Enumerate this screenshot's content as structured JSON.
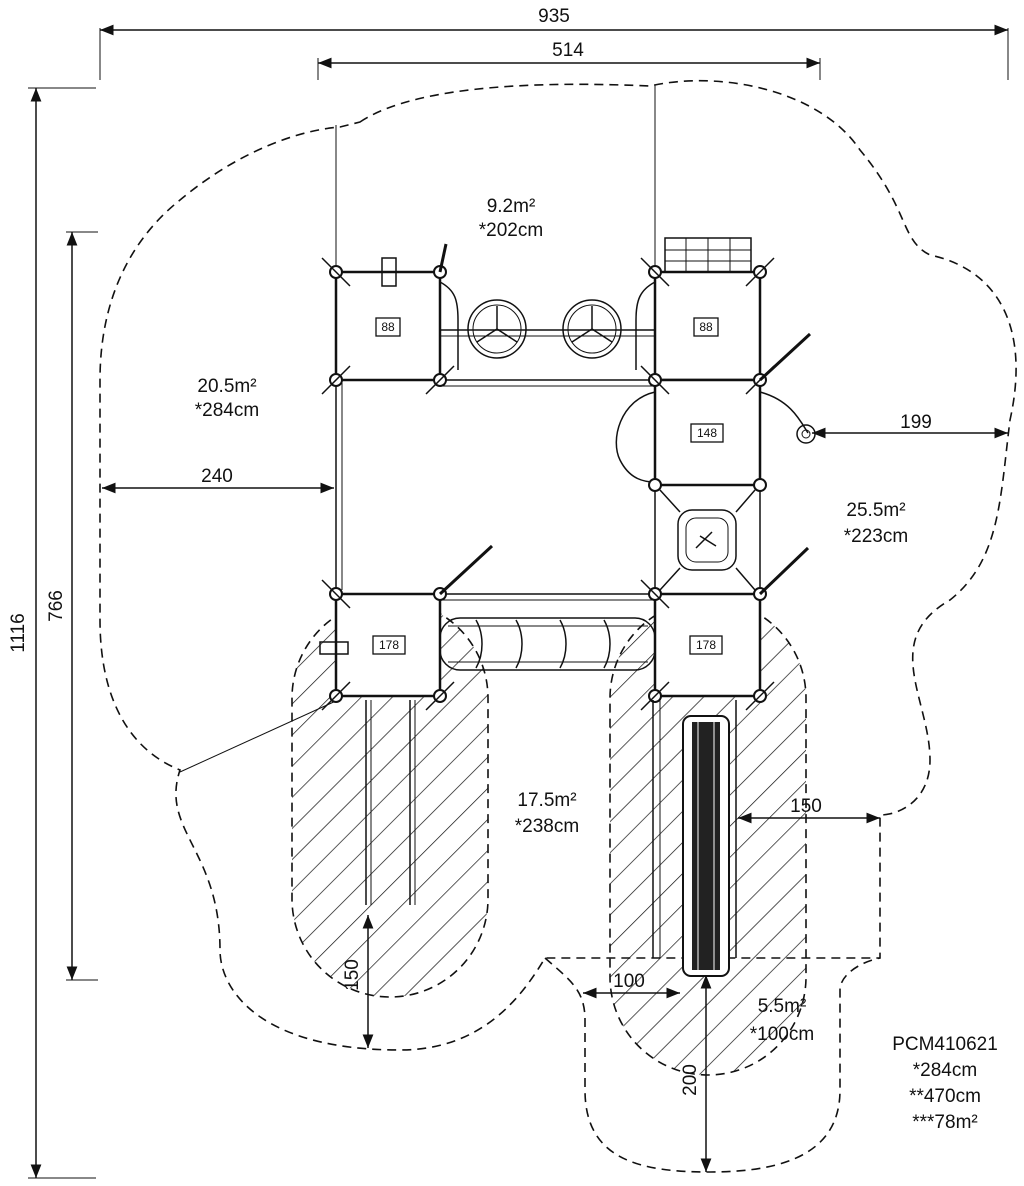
{
  "dimensions": {
    "overall_width": "935",
    "structure_width": "514",
    "overall_height": "1116",
    "structure_height": "766",
    "left_clearance": "240",
    "right_clearance": "199",
    "slide_clearance": "150",
    "ladder_clearance": "150",
    "bottom_width": "100",
    "bottom_length": "200"
  },
  "areas": {
    "top": {
      "area": "9.2m²",
      "height": "*202cm"
    },
    "left": {
      "area": "20.5m²",
      "height": "*284cm"
    },
    "right": {
      "area": "25.5m²",
      "height": "*223cm"
    },
    "middle": {
      "area": "17.5m²",
      "height": "*238cm"
    },
    "bottom": {
      "area": "5.5m²",
      "height": "*100cm"
    }
  },
  "decks": {
    "top_left": "88",
    "top_right": "88",
    "middle_right": "148",
    "bottom_left": "178",
    "bottom_right": "178"
  },
  "info": {
    "model": "PCM410621",
    "height_1": "*284cm",
    "height_2": "**470cm",
    "area_total": "***78m²"
  }
}
